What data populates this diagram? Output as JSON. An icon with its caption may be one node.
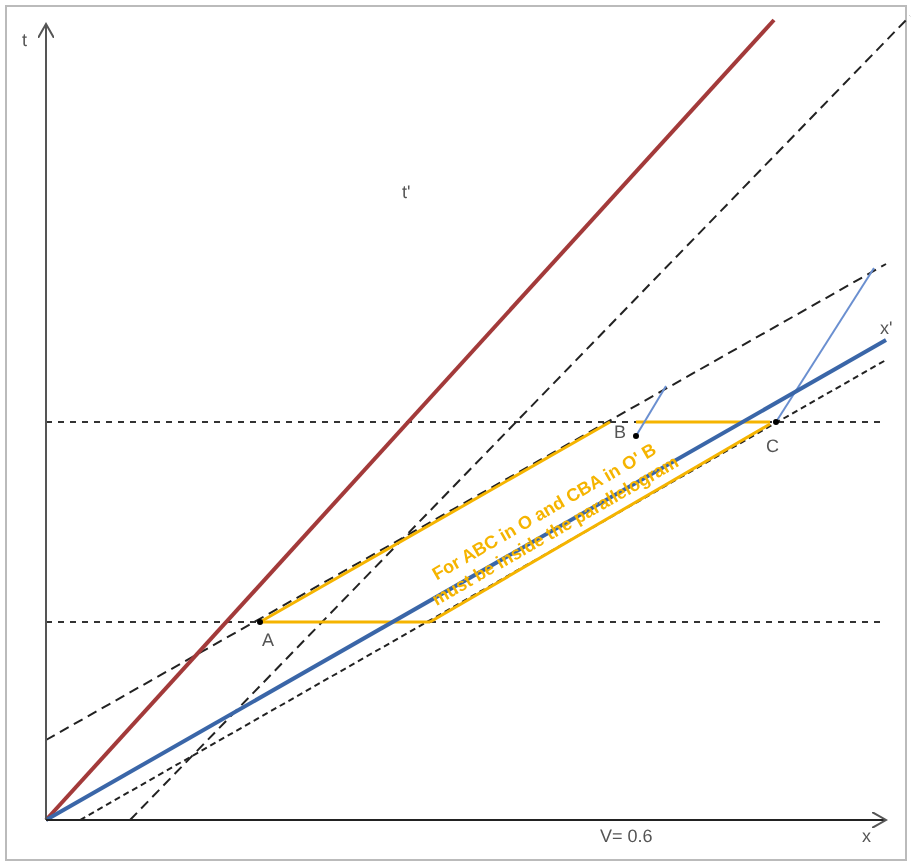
{
  "diagram": {
    "labels": [
      "t",
      "t'",
      "x'",
      "B",
      "C",
      "For ABC in O and CBA in O' B must be inside the parallelogram",
      "A",
      "V= 0.6",
      "x"
    ]
  }
}
